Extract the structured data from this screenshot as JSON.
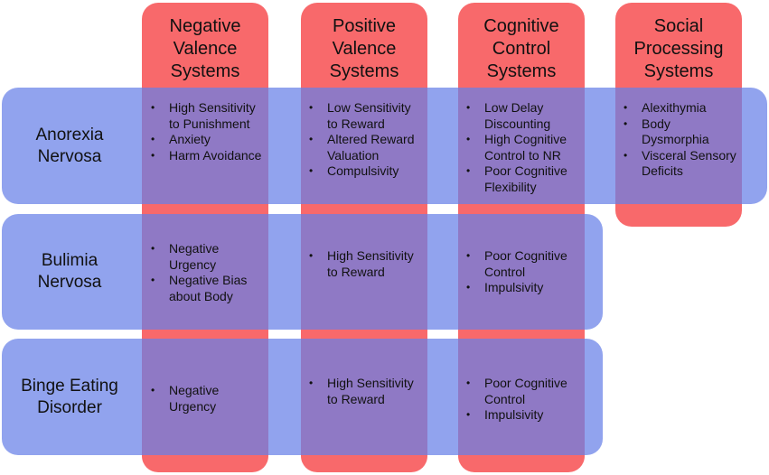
{
  "columns": [
    {
      "title_lines": [
        "Negative",
        "Valence",
        "Systems"
      ]
    },
    {
      "title_lines": [
        "Positive",
        "Valence",
        "Systems"
      ]
    },
    {
      "title_lines": [
        "Cognitive",
        "Control",
        "Systems"
      ]
    },
    {
      "title_lines": [
        "Social",
        "Processing",
        "Systems"
      ]
    }
  ],
  "rows": [
    {
      "label_lines": [
        "Anorexia",
        "Nervosa"
      ],
      "cells": [
        [
          "High Sensitivity to Punishment",
          "Anxiety",
          "Harm Avoidance"
        ],
        [
          "Low Sensitivity to Reward",
          "Altered Reward Valuation",
          "Compulsivity"
        ],
        [
          "Low Delay Discounting",
          "High Cognitive Control to NR",
          "Poor Cognitive Flexibility"
        ],
        [
          "Alexithymia",
          "Body Dysmorphia",
          "Visceral Sensory Deficits"
        ]
      ]
    },
    {
      "label_lines": [
        "Bulimia",
        "Nervosa"
      ],
      "cells": [
        [
          "Negative Urgency",
          "Negative Bias about Body"
        ],
        [
          "High Sensitivity to Reward"
        ],
        [
          "Poor Cognitive Control",
          "Impulsivity"
        ]
      ]
    },
    {
      "label_lines": [
        "Binge Eating",
        "Disorder"
      ],
      "cells": [
        [
          "Negative Urgency"
        ],
        [
          "High Sensitivity to Reward"
        ],
        [
          "Poor Cognitive Control",
          "Impulsivity"
        ]
      ]
    }
  ]
}
